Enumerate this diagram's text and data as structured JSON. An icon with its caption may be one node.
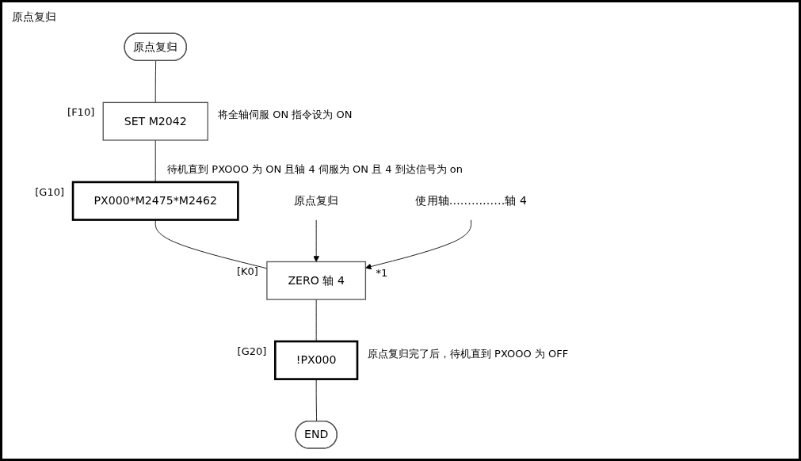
{
  "diagram": {
    "title": "原点复归",
    "nodes": [
      {
        "text": [
          "原点复归"
        ]
      },
      {
        "text": [
          "SET M2042"
        ],
        "beside": [
          "[F10]",
          "将全轴伺服 ON 指令设为 ON"
        ]
      },
      {
        "text": [
          "PX000*M2475*M2462"
        ],
        "beside": [
          "[G10]",
          "待机直到 PXOOO 为 ON 且轴 4 伺服为 ON 且 4 到达信号为 on"
        ]
      },
      {
        "text": [
          "ZERO 轴 4"
        ],
        "beside": [
          "[K0]",
          "*1"
        ]
      },
      {
        "text": [
          "原点复归"
        ]
      },
      {
        "text": [
          "使用轴……………轴 4"
        ]
      },
      {
        "text": [
          "!PX000"
        ],
        "beside": [
          "[G20]",
          "原点复归完了后，待机直到 PXOOO 为 OFF"
        ]
      },
      {
        "text": [
          "END"
        ]
      }
    ],
    "edges": [
      {
        "from": 0,
        "to": 1,
        "arrow": "none"
      },
      {
        "from": 1,
        "to": 2,
        "arrow": "none"
      },
      {
        "from": 2,
        "to": 3,
        "arrow": "none"
      },
      {
        "from": 4,
        "to": 3,
        "arrow": "to"
      },
      {
        "from": 5,
        "to": 3,
        "arrow": "to"
      },
      {
        "from": 3,
        "to": 6,
        "arrow": "none"
      },
      {
        "from": 6,
        "to": 7,
        "arrow": "none"
      }
    ]
  }
}
